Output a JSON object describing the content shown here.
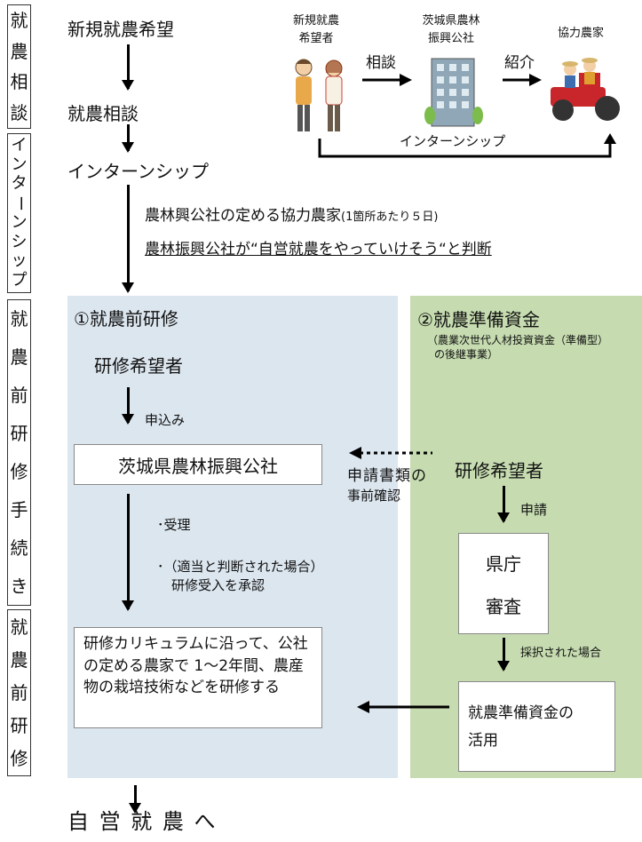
{
  "sidebar": {
    "consult": [
      "就",
      "農",
      "相",
      "談"
    ],
    "intern": [
      "イ",
      "ン",
      "タ",
      "ー",
      "ン",
      "シ",
      "ッ",
      "プ"
    ],
    "procedure": [
      "就",
      "農",
      "前",
      "研",
      "修",
      "手",
      "続",
      "き"
    ],
    "training": [
      "就",
      "農",
      "前",
      "研",
      "修"
    ]
  },
  "steps": {
    "step1": "新規就農希望",
    "step2": "就農相談",
    "step3": "インターンシップ",
    "intern_note1": "農林興公社の定める協力農家",
    "intern_note1_small": "(1箇所あたり５日)",
    "intern_note2": "農林振興公社が“自営就農をやっていけそう“と判断",
    "final": "自 営 就 農 へ"
  },
  "illustration": {
    "person_label_1": "新規就農",
    "person_label_2": "希望者",
    "building_label_1": "茨城県農林",
    "building_label_2": "振興公社",
    "farm_label": "協力農家",
    "arrow1_label": "相談",
    "arrow2_label": "紹介",
    "return_label": "インターンシップ"
  },
  "panel_left": {
    "title": "①就農前研修",
    "applicant": "研修希望者",
    "apply": "申込み",
    "org": "茨城県農林振興公社",
    "receive": "･受理",
    "approve_1": "･（適当と判断された場合）",
    "approve_2": "研修受入を承認",
    "curriculum": "研修カリキュラムに沿って、公社の定める農家で 1～2年間、農産物の栽培技術などを研修する"
  },
  "panel_right": {
    "title": "②就農準備資金",
    "subtitle_1": "（農業次世代人材投資資金（準備型）",
    "subtitle_2": "の後継事業）",
    "pre_check_1": "申請書類の",
    "pre_check_2": "事前確認",
    "applicant": "研修希望者",
    "apply": "申請",
    "pref_1": "県庁",
    "pref_2": "審査",
    "adopted": "採択された場合",
    "use_1": "就農準備資金の",
    "use_2": "活用"
  },
  "colors": {
    "left_panel": "#dce6ef",
    "right_panel": "#c6dcb0"
  }
}
